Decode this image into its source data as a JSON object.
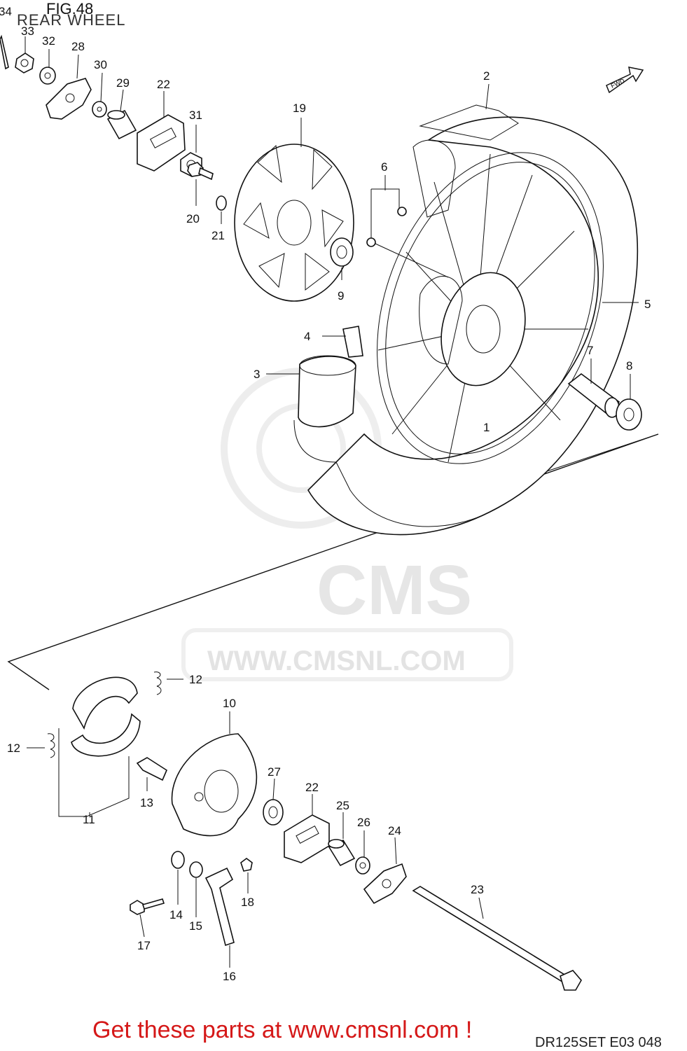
{
  "header": {
    "figure": "FIG.48",
    "subtitle": "REAR WHEEL"
  },
  "footer": {
    "promo": "Get these parts at www.cmsnl.com !",
    "code": "DR125SET E03  048"
  },
  "watermark": {
    "brand": "CMS",
    "url": "WWW.CMSNL.COM"
  },
  "fwd_icon": "FWD",
  "callouts": [
    "34",
    "33",
    "32",
    "28",
    "30",
    "29",
    "22",
    "31",
    "20",
    "21",
    "19",
    "9",
    "2",
    "6",
    "5",
    "4",
    "3",
    "7",
    "8",
    "1",
    "12",
    "10",
    "12",
    "27",
    "22",
    "25",
    "26",
    "24",
    "13",
    "11",
    "14",
    "15",
    "18",
    "17",
    "16",
    "23"
  ],
  "colors": {
    "footer_text": "#d51818",
    "line": "#111111",
    "watermark": "#e3e3e3"
  }
}
